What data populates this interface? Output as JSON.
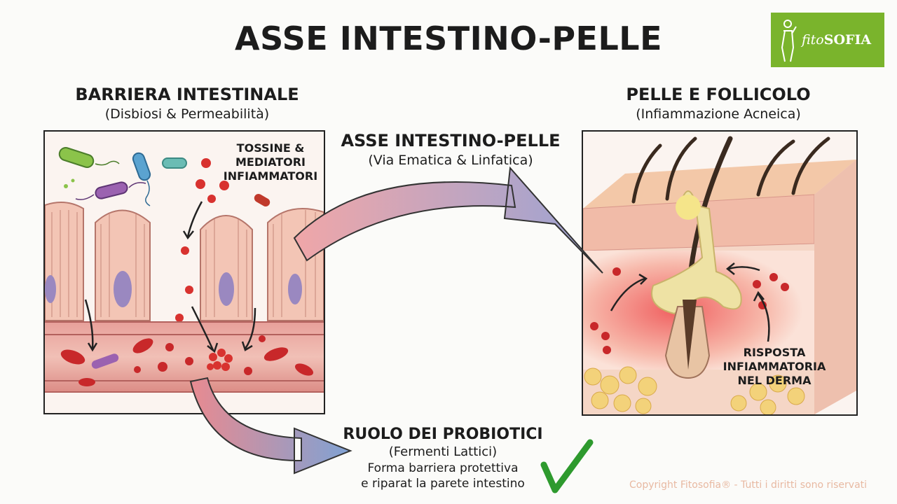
{
  "title": "ASSE INTESTINO-PELLE",
  "logo": {
    "text_a": "fito",
    "text_b": "SOFIA"
  },
  "left_panel": {
    "title": "BARRIERA INTESTINALE",
    "subtitle": "(Disbiosi & Permeabilità)",
    "label": "TOSSINE &\nMEDIATORI\nINFIAMMATORI"
  },
  "axis": {
    "title": "ASSE INTESTINO-PELLE",
    "subtitle": "(Via Ematica & Linfatica)"
  },
  "right_panel": {
    "title": "PELLE E FOLLICOLO",
    "subtitle": "(Infiammazione Acneica)",
    "label": "RISPOSTA\nINFIAMMATORIA\nNEL DERMA"
  },
  "probiotics": {
    "title": "RUOLO DEI PROBIOTICI",
    "subtitle": "(Fermenti Lattici)",
    "line1": "Forma barriera protettiva",
    "line2": "e riparat la parete intestino"
  },
  "copyright": "Copyright Fitosofia® - Tutti i diritti sono riservati",
  "colors": {
    "logo_green": "#7ab42c",
    "blood_red": "#c8282a",
    "arrow_pink": "#e8949a",
    "arrow_blue": "#8fa0cc",
    "check_green": "#2e9a2e"
  }
}
